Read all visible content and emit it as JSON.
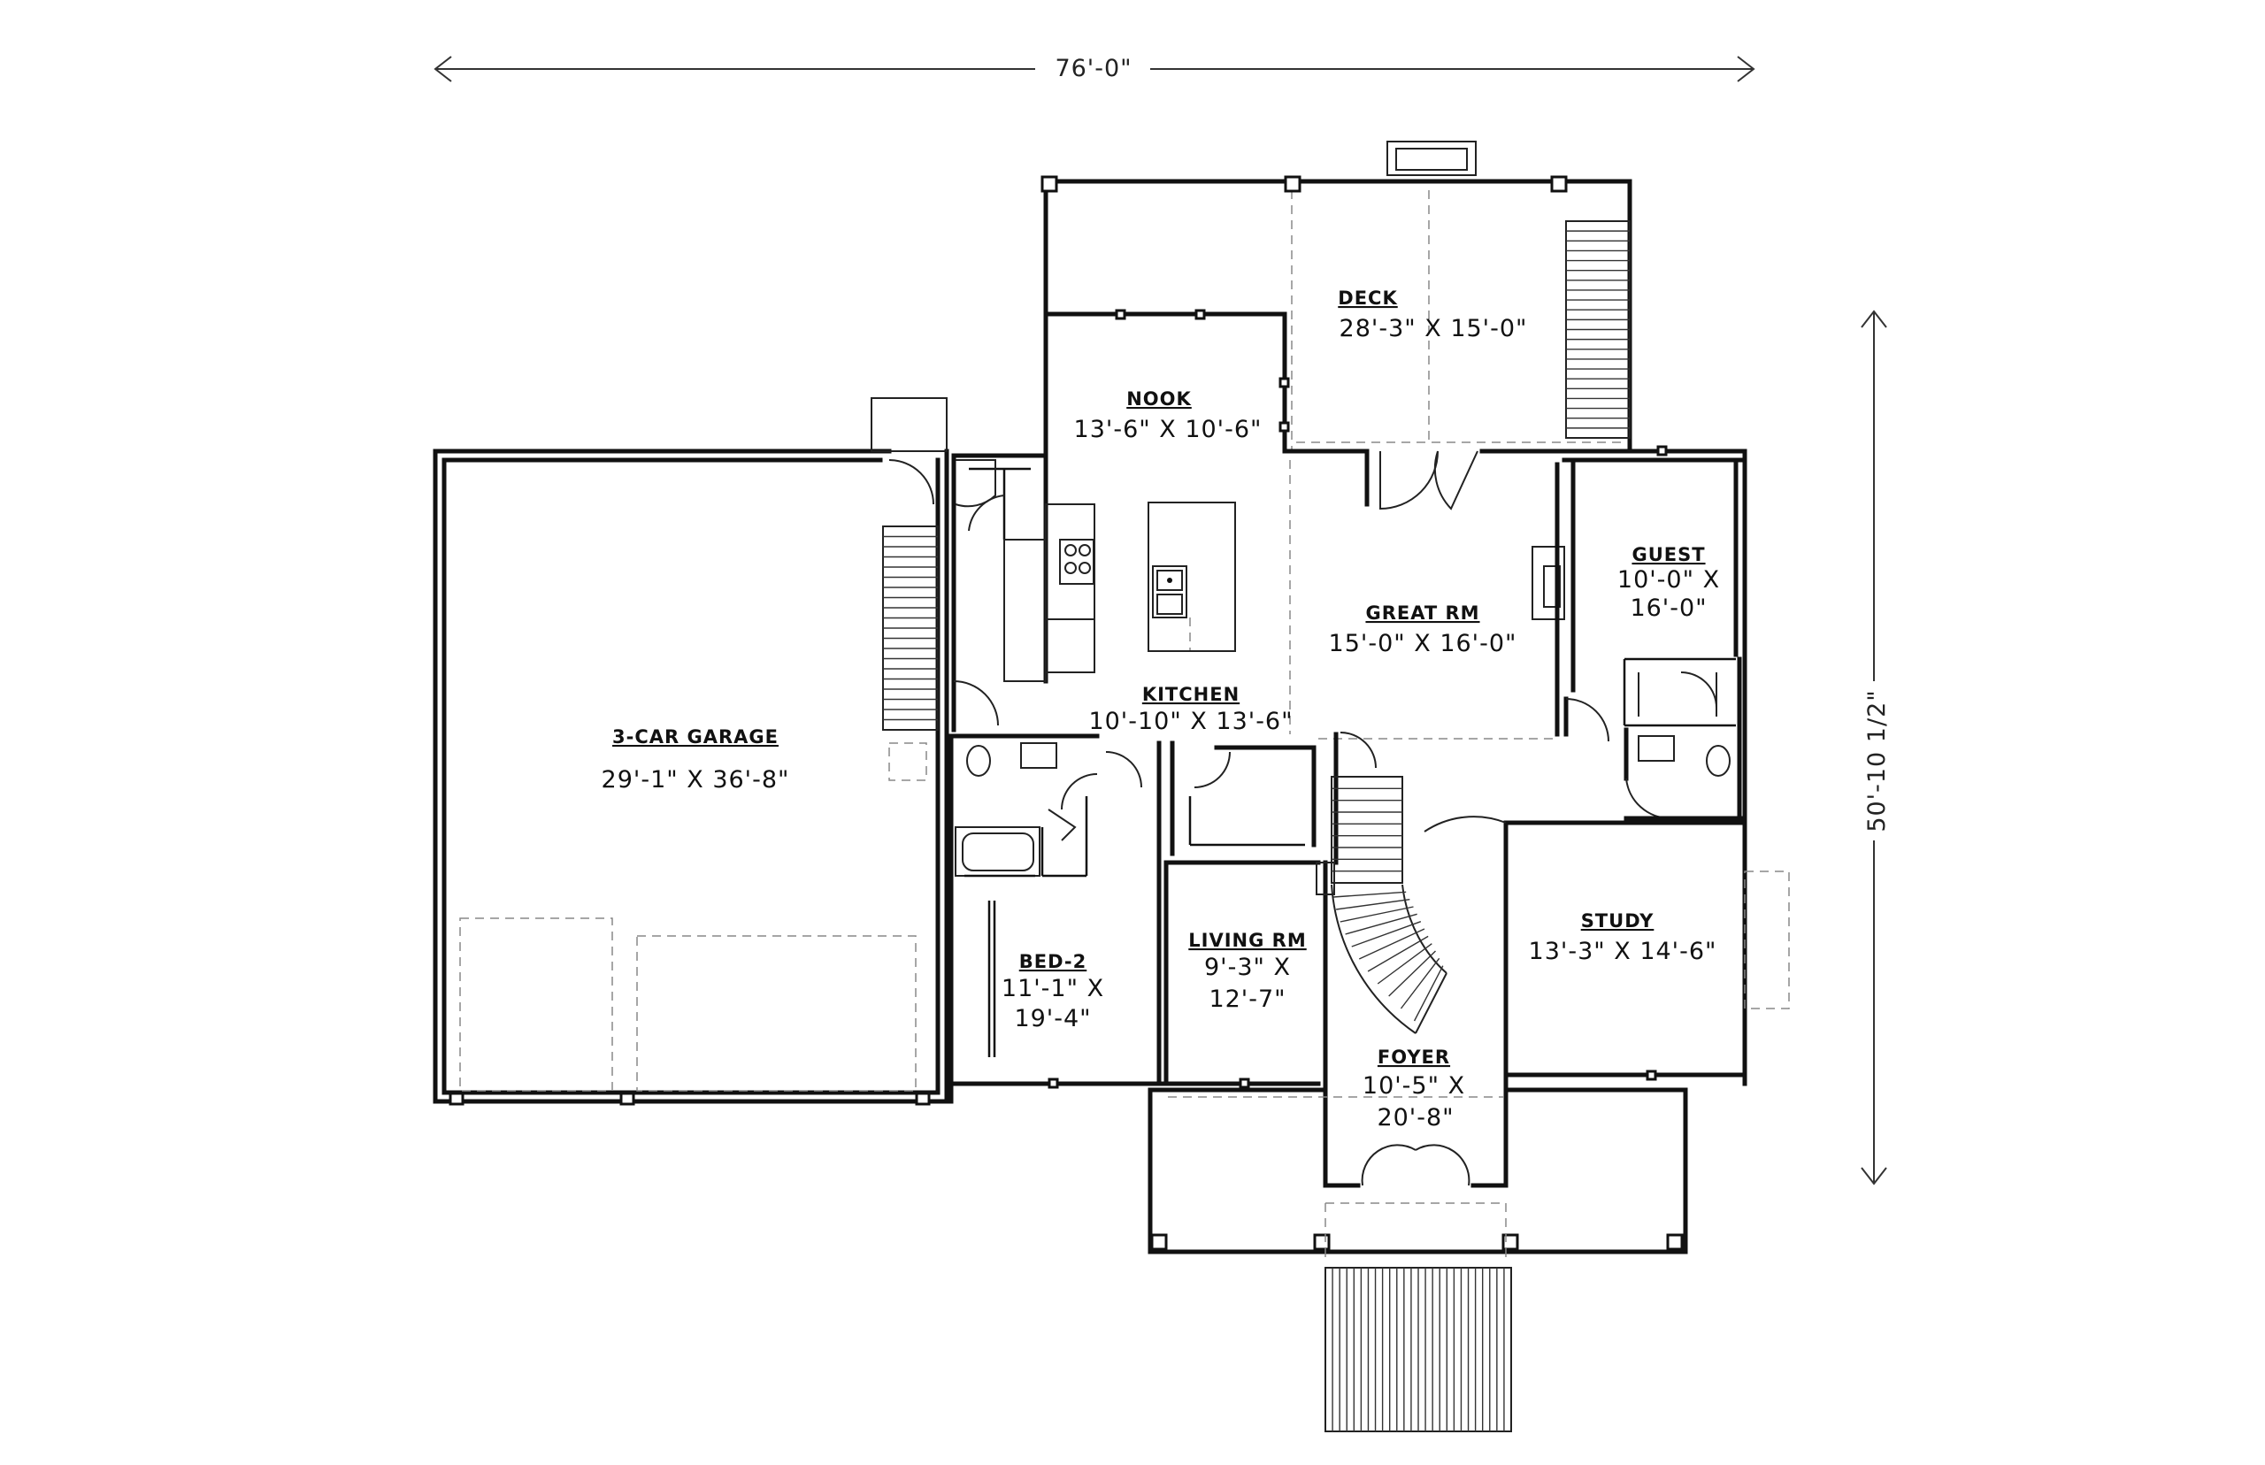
{
  "dimensions": {
    "width": "76'-0\"",
    "depth": "50'-10 1/2\""
  },
  "rooms": {
    "deck": {
      "name": "DECK",
      "size": "28'-3\" X 15'-0\""
    },
    "nook": {
      "name": "NOOK",
      "size": "13'-6\" X 10'-6\""
    },
    "guest": {
      "name": "GUEST",
      "size_line1": "10'-0\" X",
      "size_line2": "16'-0\""
    },
    "great_rm": {
      "name": "GREAT RM",
      "size": "15'-0\" X 16'-0\""
    },
    "kitchen": {
      "name": "KITCHEN",
      "size": "10'-10\" X 13'-6\""
    },
    "garage": {
      "name": "3-CAR GARAGE",
      "size": "29'-1\" X 36'-8\""
    },
    "living_rm": {
      "name": "LIVING RM",
      "size_line1": "9'-3\" X",
      "size_line2": "12'-7\""
    },
    "bed2": {
      "name": "BED-2",
      "size_line1": "11'-1\" X",
      "size_line2": "19'-4\""
    },
    "study": {
      "name": "STUDY",
      "size": "13'-3\" X 14'-6\""
    },
    "foyer": {
      "name": "FOYER",
      "size_line1": "10'-5\" X",
      "size_line2": "20'-8\""
    }
  }
}
